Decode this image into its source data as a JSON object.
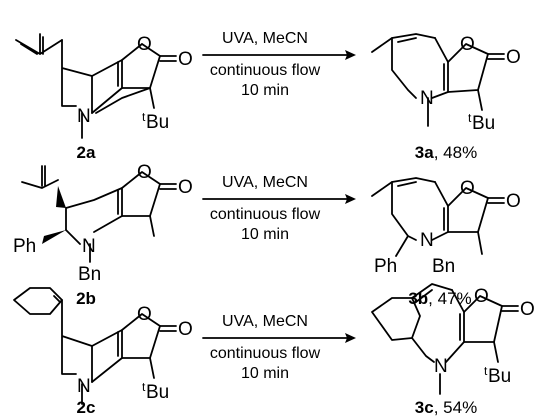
{
  "reactions": [
    {
      "reactant": {
        "id": "2a",
        "atoms": {
          "O1": "O",
          "O2": "O",
          "N": "N",
          "tBu_sup": "t",
          "tBu": "Bu"
        }
      },
      "conditions": [
        "UVA, MeCN",
        "continuous flow",
        "10 min"
      ],
      "product": {
        "id": "3a",
        "yield": "48%",
        "atoms": {
          "O1": "O",
          "O2": "O",
          "N": "N",
          "tBu_sup": "t",
          "tBu": "Bu"
        }
      }
    },
    {
      "reactant": {
        "id": "2b",
        "atoms": {
          "O1": "O",
          "O2": "O",
          "N": "N",
          "Ph": "Ph",
          "Bn": "Bn"
        }
      },
      "conditions": [
        "UVA, MeCN",
        "continuous flow",
        "10 min"
      ],
      "product": {
        "id": "3b",
        "yield": "47%",
        "atoms": {
          "O1": "O",
          "O2": "O",
          "N": "N",
          "Ph": "Ph",
          "Bn": "Bn"
        }
      }
    },
    {
      "reactant": {
        "id": "2c",
        "atoms": {
          "O1": "O",
          "O2": "O",
          "N": "N",
          "tBu_sup": "t",
          "tBu": "Bu"
        }
      },
      "conditions": [
        "UVA, MeCN",
        "continuous flow",
        "10 min"
      ],
      "product": {
        "id": "3c",
        "yield": "54%",
        "atoms": {
          "O1": "O",
          "O2": "O",
          "N": "N",
          "tBu_sup": "t",
          "tBu": "Bu"
        }
      }
    }
  ],
  "yield_separator": ", "
}
